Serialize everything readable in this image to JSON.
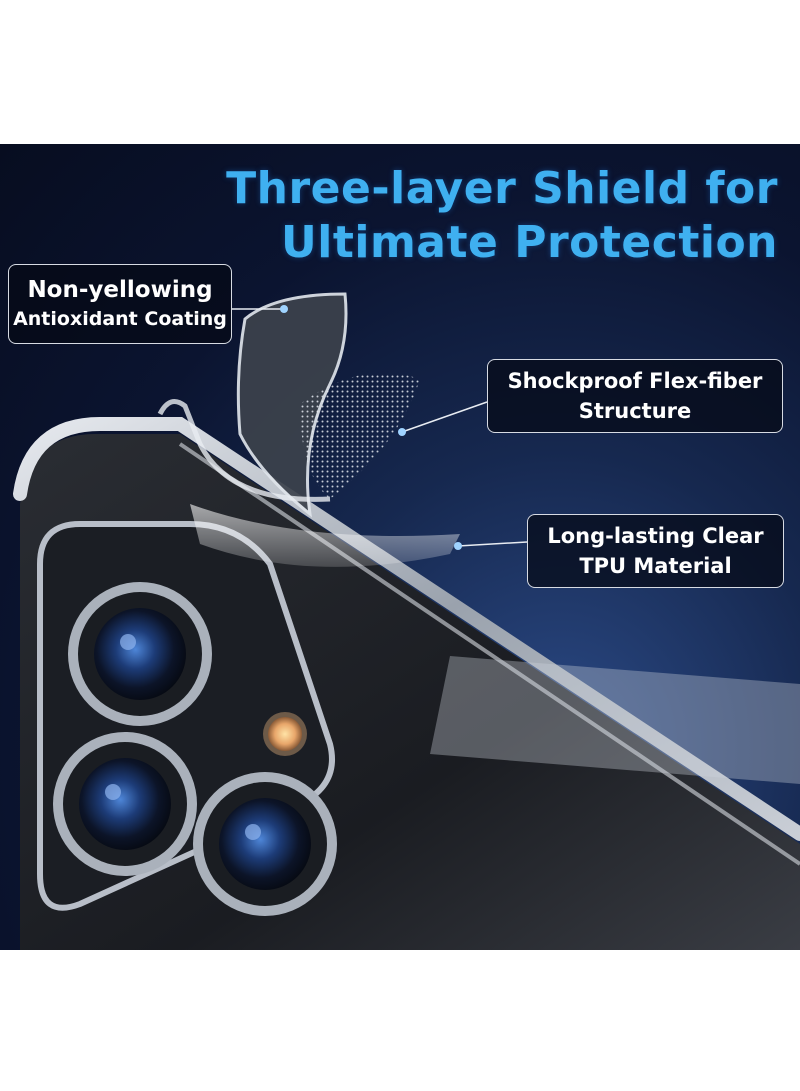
{
  "headline": {
    "line1": "Three-layer Shield for",
    "line2": "Ultimate Protection"
  },
  "callouts": {
    "coating": {
      "line1": "Non-yellowing",
      "line2": "Antioxidant Coating"
    },
    "structure": {
      "line1": "Shockproof Flex-fiber",
      "line2": "Structure"
    },
    "material": {
      "line1": "Long-lasting Clear",
      "line2": "TPU Material"
    }
  },
  "colors": {
    "headline": "#3fb0f0",
    "background_dark": "#0b1430",
    "background_glow": "#2b4a86",
    "callout_border": "#d7dbe3",
    "lens": "#2d5fb0"
  }
}
